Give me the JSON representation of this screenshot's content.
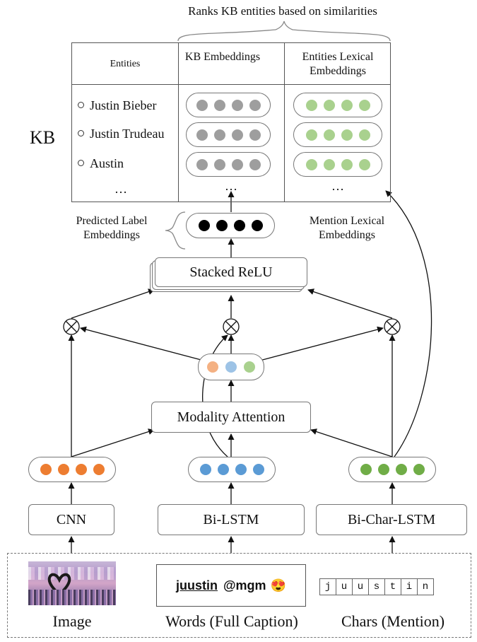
{
  "top_label": "Ranks KB entities based on similarities",
  "kb_label": "KB",
  "table": {
    "headers": [
      "Entities",
      "KB Embeddings",
      "Entities Lexical Embeddings"
    ],
    "entities": [
      "Justin Bieber",
      "Justin Trudeau",
      "Austin",
      "…"
    ],
    "ellipsis": "…"
  },
  "predicted_label": "Predicted Label Embeddings",
  "mention_lexical": "Mention Lexical Embeddings",
  "stacked_relu": "Stacked ReLU",
  "modality_attention": "Modality Attention",
  "encoders": [
    "CNN",
    "Bi-LSTM",
    "Bi-Char-LSTM"
  ],
  "inputs": {
    "image_label": "Image",
    "words_label": "Words (Full Caption)",
    "chars_label": "Chars (Mention)",
    "caption_handle": "juustin",
    "caption_mention": "@mgm",
    "caption_emoji": "😍",
    "chars": [
      "j",
      "u",
      "u",
      "s",
      "t",
      "i",
      "n"
    ]
  },
  "colors": {
    "kb_dot": "#9e9e9e",
    "lexical_dot": "#a9d18e",
    "predicted_dot": "#000000",
    "image_dot": "#ed7d31",
    "words_dot": "#5b9bd5",
    "chars_dot": "#70ad47",
    "attn_dot_1": "#f4b183",
    "attn_dot_2": "#9dc3e6",
    "attn_dot_3": "#a9d18e"
  }
}
